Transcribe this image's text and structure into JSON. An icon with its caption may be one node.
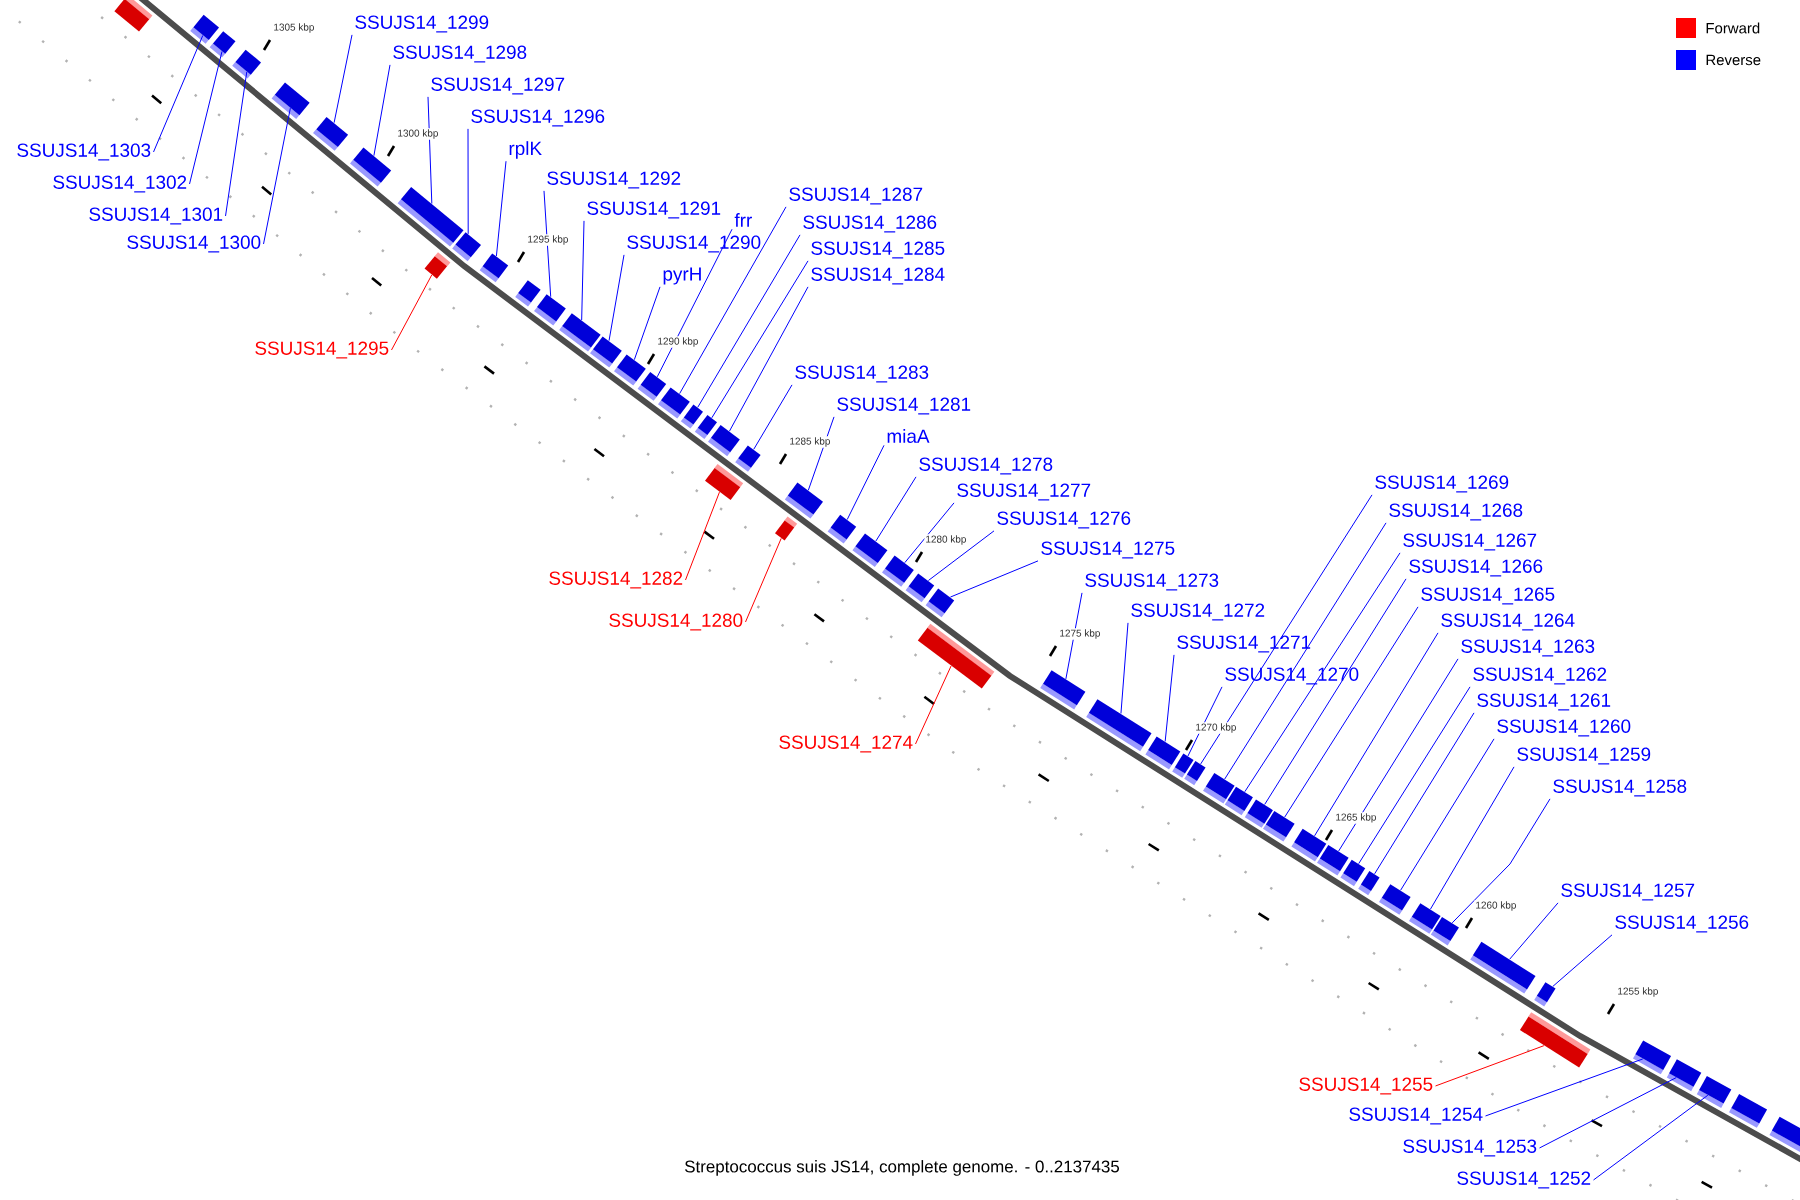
{
  "diagram": {
    "caption": "Streptococcus suis JS14, complete genome. - 0..2137435",
    "nodes": [
      {
        "text": [
          "SSUJS14_1303"
        ]
      },
      {
        "text": [
          "SSUJS14_1302"
        ]
      },
      {
        "text": [
          "SSUJS14_1301"
        ]
      },
      {
        "text": [
          "SSUJS14_1300"
        ]
      },
      {
        "text": [
          "SSUJS14_1299"
        ]
      },
      {
        "text": [
          "SSUJS14_1298"
        ]
      },
      {
        "text": [
          "SSUJS14_1297"
        ]
      },
      {
        "text": [
          "SSUJS14_1296"
        ]
      },
      {
        "text": [
          "rplK"
        ]
      },
      {
        "text": [
          "SSUJS14_1295"
        ]
      },
      {
        "text": [
          "SSUJS14_1292"
        ]
      },
      {
        "text": [
          "SSUJS14_1291"
        ]
      },
      {
        "text": [
          "SSUJS14_1290"
        ]
      },
      {
        "text": [
          "pyrH"
        ]
      },
      {
        "text": [
          "frr"
        ]
      },
      {
        "text": [
          "SSUJS14_1287"
        ]
      },
      {
        "text": [
          "SSUJS14_1286"
        ]
      },
      {
        "text": [
          "SSUJS14_1285"
        ]
      },
      {
        "text": [
          "SSUJS14_1284"
        ]
      },
      {
        "text": [
          "SSUJS14_1283"
        ]
      },
      {
        "text": [
          "SSUJS14_1282"
        ]
      },
      {
        "text": [
          "SSUJS14_1281"
        ]
      },
      {
        "text": [
          "miaA"
        ]
      },
      {
        "text": [
          "SSUJS14_1280"
        ]
      },
      {
        "text": [
          "SSUJS14_1278"
        ]
      },
      {
        "text": [
          "SSUJS14_1277"
        ]
      },
      {
        "text": [
          "SSUJS14_1276"
        ]
      },
      {
        "text": [
          "SSUJS14_1275"
        ]
      },
      {
        "text": [
          "SSUJS14_1274"
        ]
      },
      {
        "text": [
          "SSUJS14_1273"
        ]
      },
      {
        "text": [
          "SSUJS14_1272"
        ]
      },
      {
        "text": [
          "SSUJS14_1271"
        ]
      },
      {
        "text": [
          "SSUJS14_1270"
        ]
      },
      {
        "text": [
          "SSUJS14_1269"
        ]
      },
      {
        "text": [
          "SSUJS14_1268"
        ]
      },
      {
        "text": [
          "SSUJS14_1267"
        ]
      },
      {
        "text": [
          "SSUJS14_1266"
        ]
      },
      {
        "text": [
          "SSUJS14_1265"
        ]
      },
      {
        "text": [
          "SSUJS14_1264"
        ]
      },
      {
        "text": [
          "SSUJS14_1263"
        ]
      },
      {
        "text": [
          "SSUJS14_1262"
        ]
      },
      {
        "text": [
          "SSUJS14_1261"
        ]
      },
      {
        "text": [
          "SSUJS14_1260"
        ]
      },
      {
        "text": [
          "SSUJS14_1259"
        ]
      },
      {
        "text": [
          "SSUJS14_1258"
        ]
      },
      {
        "text": [
          "SSUJS14_1257"
        ]
      },
      {
        "text": [
          "SSUJS14_1256"
        ]
      },
      {
        "text": [
          "SSUJS14_1255"
        ]
      },
      {
        "text": [
          "SSUJS14_1254"
        ]
      },
      {
        "text": [
          "SSUJS14_1253"
        ]
      },
      {
        "text": [
          "SSUJS14_1252"
        ]
      },
      {
        "text": [],
        "shape": "bar"
      },
      {
        "text": [],
        "shape": "bar"
      },
      {
        "text": [],
        "shape": "bar"
      },
      {
        "text": [],
        "shape": "bar"
      },
      {
        "text": [],
        "shape": "bar"
      },
      {
        "text": [],
        "shape": "bar"
      },
      {
        "text": [],
        "shape": "bar"
      },
      {
        "text": [],
        "shape": "bar"
      },
      {
        "text": [],
        "shape": "bar"
      },
      {
        "text": [],
        "shape": "bar"
      },
      {
        "text": [],
        "shape": "bar"
      },
      {
        "text": [],
        "shape": "bar"
      },
      {
        "text": [],
        "shape": "bar"
      },
      {
        "text": [],
        "shape": "bar"
      },
      {
        "text": [],
        "shape": "bar"
      },
      {
        "text": [],
        "shape": "bar"
      },
      {
        "text": [],
        "shape": "bar"
      },
      {
        "text": [],
        "shape": "bar"
      },
      {
        "text": [],
        "shape": "bar"
      },
      {
        "text": [],
        "shape": "bar"
      },
      {
        "text": [],
        "shape": "bar"
      },
      {
        "text": [],
        "shape": "bar"
      },
      {
        "text": [],
        "shape": "bar"
      },
      {
        "text": [],
        "shape": "bar"
      },
      {
        "text": [],
        "shape": "bar"
      },
      {
        "text": [],
        "shape": "bar"
      },
      {
        "text": [],
        "shape": "bar"
      },
      {
        "text": [],
        "shape": "bar"
      },
      {
        "text": [],
        "shape": "bar"
      },
      {
        "text": [],
        "shape": "bar"
      },
      {
        "text": [],
        "shape": "bar"
      },
      {
        "text": [],
        "shape": "bar"
      },
      {
        "text": [],
        "shape": "bar"
      },
      {
        "text": [],
        "shape": "bar"
      },
      {
        "text": [],
        "shape": "bar"
      },
      {
        "text": [],
        "shape": "bar"
      },
      {
        "text": [],
        "shape": "bar"
      },
      {
        "text": [],
        "shape": "bar"
      },
      {
        "text": [],
        "shape": "bar"
      },
      {
        "text": [],
        "shape": "bar"
      },
      {
        "text": [],
        "shape": "bar"
      },
      {
        "text": [],
        "shape": "bar"
      },
      {
        "text": [],
        "shape": "bar"
      },
      {
        "text": [],
        "shape": "bar"
      },
      {
        "text": [],
        "shape": "bar"
      },
      {
        "text": [],
        "shape": "bar"
      },
      {
        "text": [],
        "shape": "bar"
      },
      {
        "text": [],
        "shape": "bar"
      },
      {
        "text": [],
        "shape": "bar"
      },
      {
        "text": [],
        "shape": "bar"
      },
      {
        "text": [],
        "shape": "bar"
      },
      {
        "text": [],
        "shape": "bar"
      },
      {
        "text": [],
        "shape": "bar"
      },
      {
        "text": [],
        "shape": "bar"
      },
      {
        "text": [],
        "shape": "bar"
      }
    ],
    "edges": [
      {
        "from": 0,
        "to": 52,
        "arrow": "none"
      },
      {
        "from": 1,
        "to": 53,
        "arrow": "none"
      },
      {
        "from": 2,
        "to": 54,
        "arrow": "none"
      },
      {
        "from": 3,
        "to": 55,
        "arrow": "none"
      },
      {
        "from": 4,
        "to": 56,
        "arrow": "none"
      },
      {
        "from": 5,
        "to": 57,
        "arrow": "none"
      },
      {
        "from": 6,
        "to": 58,
        "arrow": "none"
      },
      {
        "from": 7,
        "to": 60,
        "arrow": "none"
      },
      {
        "from": 8,
        "to": 61,
        "arrow": "none"
      },
      {
        "from": 9,
        "to": 59,
        "arrow": "none",
        "color": "#ff0000"
      },
      {
        "from": 10,
        "to": 63,
        "arrow": "none"
      },
      {
        "from": 11,
        "to": 64,
        "arrow": "none"
      },
      {
        "from": 12,
        "to": 65,
        "arrow": "none"
      },
      {
        "from": 13,
        "to": 66,
        "arrow": "none"
      },
      {
        "from": 14,
        "to": 67,
        "arrow": "none"
      },
      {
        "from": 15,
        "to": 68,
        "arrow": "none"
      },
      {
        "from": 16,
        "to": 69,
        "arrow": "none"
      },
      {
        "from": 17,
        "to": 70,
        "arrow": "none"
      },
      {
        "from": 18,
        "to": 71,
        "arrow": "none"
      },
      {
        "from": 19,
        "to": 73,
        "arrow": "none"
      },
      {
        "from": 20,
        "to": 72,
        "arrow": "none",
        "color": "#ff0000"
      },
      {
        "from": 21,
        "to": 74,
        "arrow": "none"
      },
      {
        "from": 22,
        "to": 76,
        "arrow": "none"
      },
      {
        "from": 23,
        "to": 75,
        "arrow": "none",
        "color": "#ff0000"
      },
      {
        "from": 24,
        "to": 77,
        "arrow": "none"
      },
      {
        "from": 25,
        "to": 78,
        "arrow": "none"
      },
      {
        "from": 26,
        "to": 79,
        "arrow": "none"
      },
      {
        "from": 27,
        "to": 80,
        "arrow": "none"
      },
      {
        "from": 28,
        "to": 81,
        "arrow": "none",
        "color": "#ff0000"
      },
      {
        "from": 29,
        "to": 82,
        "arrow": "none"
      },
      {
        "from": 30,
        "to": 83,
        "arrow": "none"
      },
      {
        "from": 31,
        "to": 84,
        "arrow": "none"
      },
      {
        "from": 32,
        "to": 85,
        "arrow": "none"
      },
      {
        "from": 33,
        "to": 86,
        "arrow": "none"
      },
      {
        "from": 34,
        "to": 87,
        "arrow": "none"
      },
      {
        "from": 35,
        "to": 88,
        "arrow": "none"
      },
      {
        "from": 36,
        "to": 89,
        "arrow": "none"
      },
      {
        "from": 37,
        "to": 90,
        "arrow": "none"
      },
      {
        "from": 38,
        "to": 91,
        "arrow": "none"
      },
      {
        "from": 39,
        "to": 92,
        "arrow": "none"
      },
      {
        "from": 40,
        "to": 93,
        "arrow": "none"
      },
      {
        "from": 41,
        "to": 94,
        "arrow": "none"
      },
      {
        "from": 42,
        "to": 95,
        "arrow": "none"
      },
      {
        "from": 43,
        "to": 96,
        "arrow": "none"
      },
      {
        "from": 44,
        "to": 97,
        "arrow": "none"
      },
      {
        "from": 45,
        "to": 98,
        "arrow": "none"
      },
      {
        "from": 46,
        "to": 99,
        "arrow": "none"
      },
      {
        "from": 47,
        "to": 100,
        "arrow": "none",
        "color": "#ff0000"
      },
      {
        "from": 48,
        "to": 101,
        "arrow": "none"
      },
      {
        "from": 49,
        "to": 102,
        "arrow": "none"
      },
      {
        "from": 50,
        "to": 103,
        "arrow": "none"
      }
    ],
    "labels": [
      "1305 kbp",
      "1300 kbp",
      "1295 kbp",
      "1290 kbp",
      "1285 kbp",
      "1280 kbp",
      "1275 kbp",
      "1270 kbp",
      "1265 kbp",
      "1260 kbp",
      "1255 kbp"
    ],
    "legend": [
      {
        "text": "Forward",
        "color": "#ff0000"
      },
      {
        "text": "Reverse",
        "color": "#0000ff"
      }
    ]
  }
}
